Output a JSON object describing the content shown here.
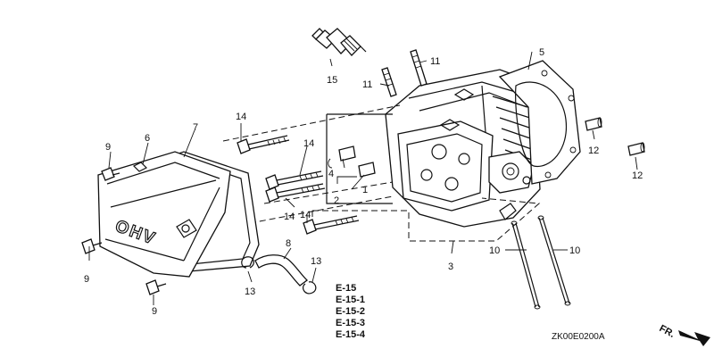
{
  "callouts": {
    "p1": "1",
    "p2": "2",
    "p3": "3",
    "p4": "4",
    "p5": "5",
    "p6": "6",
    "p7": "7",
    "p8": "8",
    "p9a": "9",
    "p9b": "9",
    "p9c": "9",
    "p10a": "10",
    "p10b": "10",
    "p11a": "11",
    "p11b": "11",
    "p12a": "12",
    "p12b": "12",
    "p13a": "13",
    "p13b": "13",
    "p14a": "14",
    "p14b": "14",
    "p14c": "14",
    "p14d": "14",
    "p15": "15"
  },
  "references": [
    "E-15",
    "E-15-1",
    "E-15-2",
    "E-15-3",
    "E-15-4"
  ],
  "cover_marking": "OHV",
  "direction_label": "FR.",
  "diagram_code": "ZK00E0200A"
}
